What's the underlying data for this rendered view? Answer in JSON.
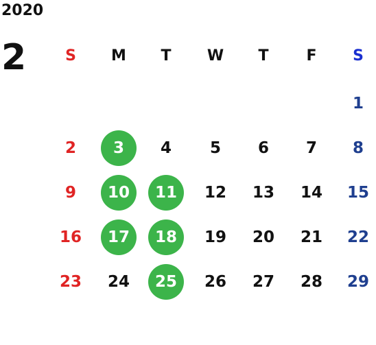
{
  "calendar": {
    "year": "2020",
    "month": "2",
    "weekdays": [
      "S",
      "M",
      "T",
      "W",
      "T",
      "F",
      "S"
    ],
    "colors": {
      "sunday": "#e02424",
      "saturday": "#1f3f8f",
      "weekday": "#111111",
      "highlight": "#3cb44a"
    },
    "weeks": [
      [
        null,
        null,
        null,
        null,
        null,
        null,
        "1"
      ],
      [
        "2",
        "3",
        "4",
        "5",
        "6",
        "7",
        "8"
      ],
      [
        "9",
        "10",
        "11",
        "12",
        "13",
        "14",
        "15"
      ],
      [
        "16",
        "17",
        "18",
        "19",
        "20",
        "21",
        "22"
      ],
      [
        "23",
        "24",
        "25",
        "26",
        "27",
        "28",
        "29"
      ]
    ],
    "highlighted_days": [
      "3",
      "10",
      "11",
      "17",
      "18",
      "25"
    ]
  }
}
